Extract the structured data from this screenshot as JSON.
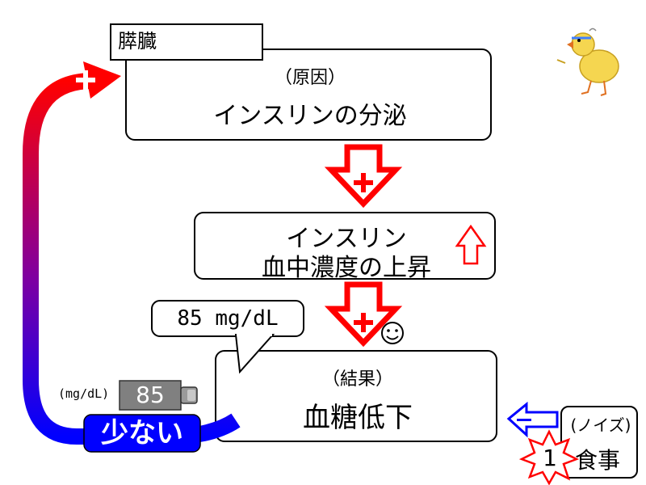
{
  "organ": {
    "label": "膵臓"
  },
  "cause": {
    "sub": "（原因）",
    "main": "インスリンの分泌"
  },
  "middle": {
    "line1": "インスリン",
    "line2": "血中濃度の上昇"
  },
  "result": {
    "sub": "（結果）",
    "main": "血糖低下"
  },
  "bubble": {
    "text": "85 mg/dL"
  },
  "meter": {
    "unit": "(mg/dL)",
    "value": "85"
  },
  "feedback": {
    "label": "少ない"
  },
  "noise": {
    "sub": "(ノイズ)",
    "main": "食事",
    "burst_number": "1"
  },
  "signs": {
    "positive": "+",
    "negative": "−"
  },
  "colors": {
    "red": "#ff0000",
    "blue": "#0000ff",
    "meter_gray": "#808080"
  },
  "icons": [
    "up-arrow-icon",
    "smiley-icon",
    "chick-illustration"
  ]
}
